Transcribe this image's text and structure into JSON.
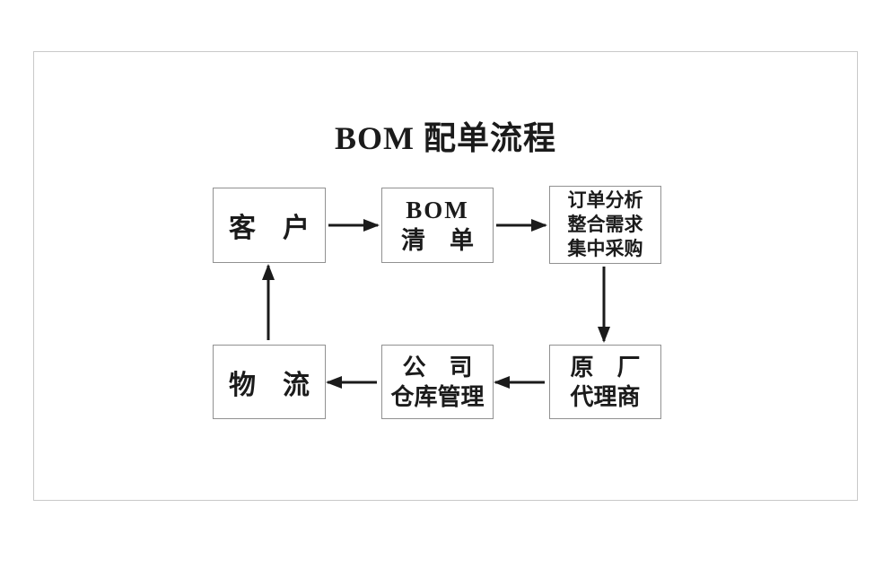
{
  "diagram": {
    "title": "BOM 配单流程",
    "nodes": [
      {
        "id": "customer",
        "lines": [
          "客　户"
        ]
      },
      {
        "id": "bom-list",
        "lines": [
          "BOM",
          "清　单"
        ]
      },
      {
        "id": "order-analysis",
        "lines": [
          "订单分析",
          "整合需求",
          "集中采购"
        ]
      },
      {
        "id": "factory-agent",
        "lines": [
          "原　厂",
          "代理商"
        ]
      },
      {
        "id": "warehouse",
        "lines": [
          "公　司",
          "仓库管理"
        ]
      },
      {
        "id": "logistics",
        "lines": [
          "物　流"
        ]
      }
    ],
    "edges": [
      {
        "from": "customer",
        "to": "bom-list"
      },
      {
        "from": "bom-list",
        "to": "order-analysis"
      },
      {
        "from": "order-analysis",
        "to": "factory-agent"
      },
      {
        "from": "factory-agent",
        "to": "warehouse"
      },
      {
        "from": "warehouse",
        "to": "logistics"
      },
      {
        "from": "logistics",
        "to": "customer"
      }
    ],
    "colors": {
      "background": "#ffffff",
      "frame_border": "#c9c9c9",
      "box_border": "#919191",
      "arrow": "#1b1b1b",
      "text": "#1b1b1b"
    }
  }
}
